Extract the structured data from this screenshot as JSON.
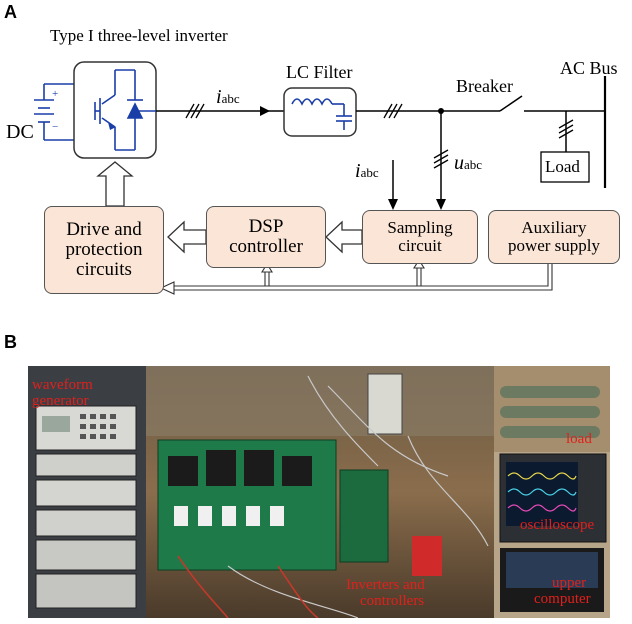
{
  "panel_a": {
    "letter": "A",
    "inverter_title": "Type I three-level inverter",
    "dc_label": "DC",
    "current_label_main": "i",
    "current_sub_main": "abc",
    "lc_filter_label": "LC Filter",
    "breaker_label": "Breaker",
    "ac_bus_label": "AC Bus",
    "load_label": "Load",
    "voltage_label": "u",
    "voltage_sub": "abc",
    "current_label_sample": "i",
    "current_sub_sample": "abc",
    "boxes": {
      "drive_line1": "Drive and",
      "drive_line2": "protection",
      "drive_line3": "circuits",
      "dsp_line1": "DSP",
      "dsp_line2": "controller",
      "sampling_line1": "Sampling",
      "sampling_line2": "circuit",
      "aux_line1": "Auxiliary",
      "aux_line2": "power supply"
    }
  },
  "panel_b": {
    "letter": "B",
    "labels": {
      "waveform_line1": "waveform",
      "waveform_line2": "generator",
      "load": "load",
      "oscilloscope": "oscilloscope",
      "inverters_line1": "Inverters and",
      "inverters_line2": "controllers",
      "upper_line1": "upper",
      "upper_line2": "computer"
    }
  }
}
